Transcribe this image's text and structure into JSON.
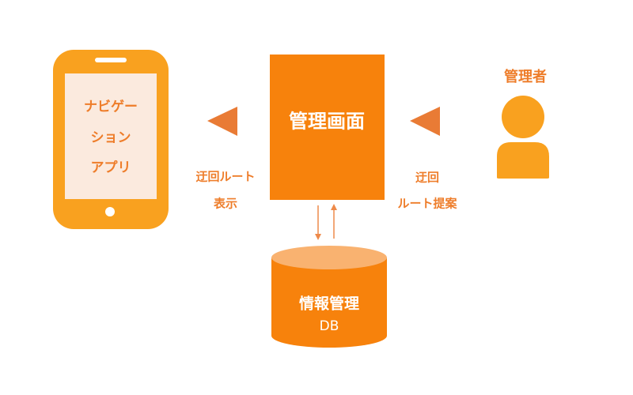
{
  "phone": {
    "lines": [
      "ナビゲー",
      "ション",
      "アプリ"
    ]
  },
  "admin_screen": {
    "title": "管理画面"
  },
  "left_arrow": {
    "lines": [
      "迂回ルート",
      "表示"
    ]
  },
  "right_arrow": {
    "lines": [
      "迂回",
      "ルート提案"
    ]
  },
  "admin_user": {
    "label": "管理者"
  },
  "database": {
    "lines": [
      "情報管理",
      "DB"
    ]
  },
  "colors": {
    "phone": "#f9a11f",
    "screen": "#fbeade",
    "box": "#f7820c",
    "arrow": "#e97b35",
    "text": "#ee7d2a",
    "cyl_top": "#f9b270",
    "person": "#f9a11f"
  }
}
